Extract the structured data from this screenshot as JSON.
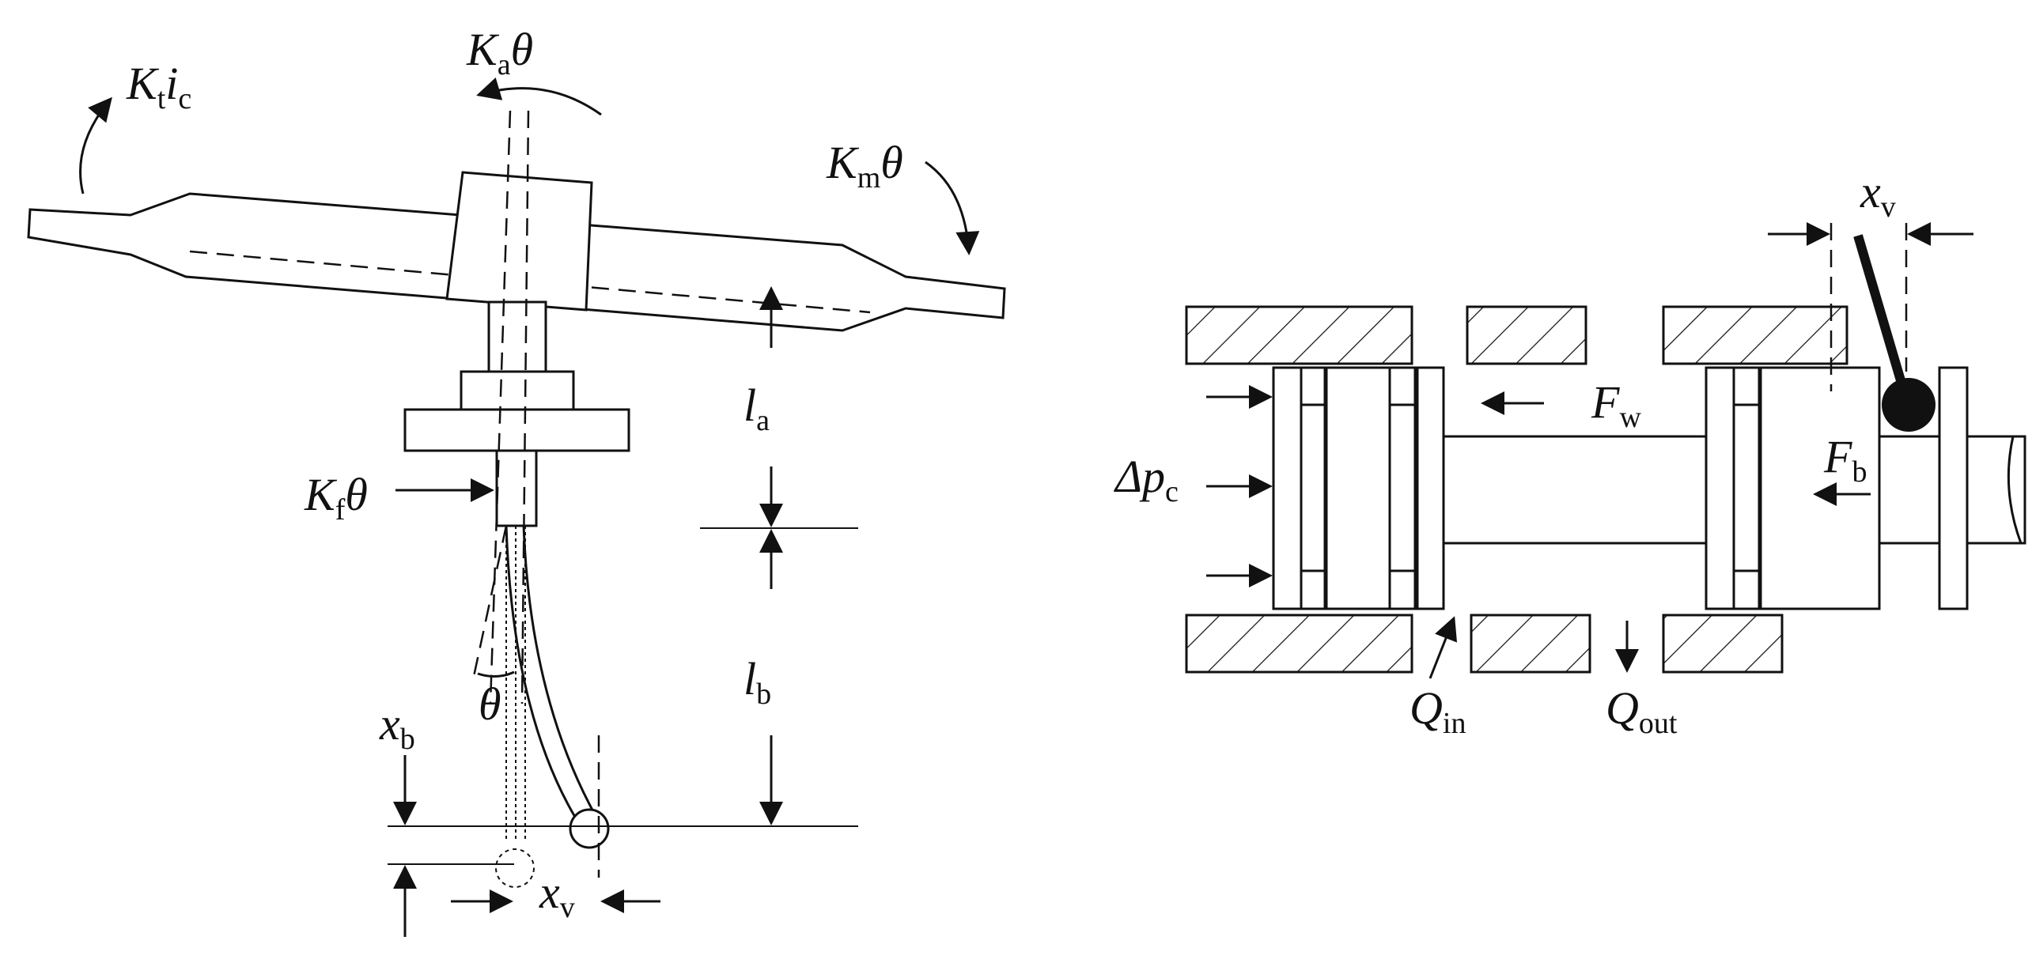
{
  "labels": {
    "ka_theta": {
      "main": "K",
      "sub": "a",
      "tail": "θ"
    },
    "kt_ic": {
      "main": "K",
      "sub": "t",
      "tail": "i",
      "tail_sub": "c"
    },
    "km_theta": {
      "main": "K",
      "sub": "m",
      "tail": "θ"
    },
    "kf_theta": {
      "main": "K",
      "sub": "f",
      "tail": "θ"
    },
    "l_a": {
      "main": "l",
      "sub": "a"
    },
    "l_b": {
      "main": "l",
      "sub": "b"
    },
    "theta": "θ",
    "x_b": {
      "main": "x",
      "sub": "b"
    },
    "x_v_left": {
      "main": "x",
      "sub": "v"
    },
    "x_v_right": {
      "main": "x",
      "sub": "v"
    },
    "delta_pc": {
      "main": "Δp",
      "sub": "c"
    },
    "f_w": {
      "main": "F",
      "sub": "w"
    },
    "f_b": {
      "main": "F",
      "sub": "b"
    },
    "q_in": {
      "main": "Q",
      "sub": "in"
    },
    "q_out": {
      "main": "Q",
      "sub": "out"
    }
  }
}
